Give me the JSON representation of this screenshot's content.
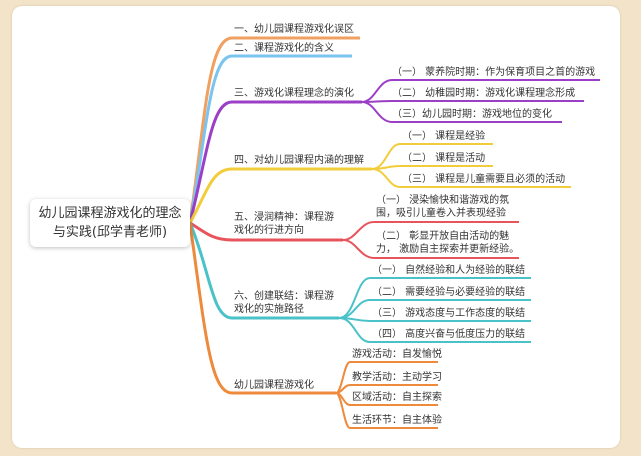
{
  "root": {
    "title": "幼儿园课程游戏化的理念与实践(邱学青老师)"
  },
  "branches": [
    {
      "label": "一、幼儿园课程游戏化误区",
      "color": "#f0a060",
      "children": []
    },
    {
      "label": "二、课程游戏化的含义",
      "color": "#7ac4ef",
      "children": []
    },
    {
      "label": "三、游戏化课程理念的演化",
      "color": "#9b3fc6",
      "children": [
        "（一） 蒙养院时期：作为保育项目之首的游戏",
        "（二） 幼稚园时期：游戏化课程理念形成",
        "（三）幼儿园时期：游戏地位的变化"
      ]
    },
    {
      "label": "四、对幼儿园课程内涵的理解",
      "color": "#f2cc3a",
      "children": [
        "（一） 课程是经验",
        "（二） 课程是活动",
        "（三） 课程是儿童需要且必须的活动"
      ]
    },
    {
      "label": "五、浸润精神：课程游戏化的行进方向",
      "color": "#e8545c",
      "children": [
        "（一） 浸染愉快和谐游戏的氛围，吸引儿童卷入并表现经验",
        "（二） 彰显开放自由活动的魅力， 激励自主探索并更新经验。"
      ]
    },
    {
      "label": "六、创建联结：课程游戏化的实施路径",
      "color": "#49c2c8",
      "children": [
        "（一） 自然经验和人为经验的联结",
        "（二） 需要经验与必要经验的联结",
        "（三） 游戏态度与工作态度的联结",
        "（四） 高度兴奋与低度压力的联结"
      ]
    },
    {
      "label": "幼儿园课程游戏化",
      "color": "#ee8a3c",
      "children": [
        "游戏活动：自发愉悦",
        "教学活动：主动学习",
        "区域活动：自主探索",
        "生活环节：自主体验"
      ]
    }
  ]
}
